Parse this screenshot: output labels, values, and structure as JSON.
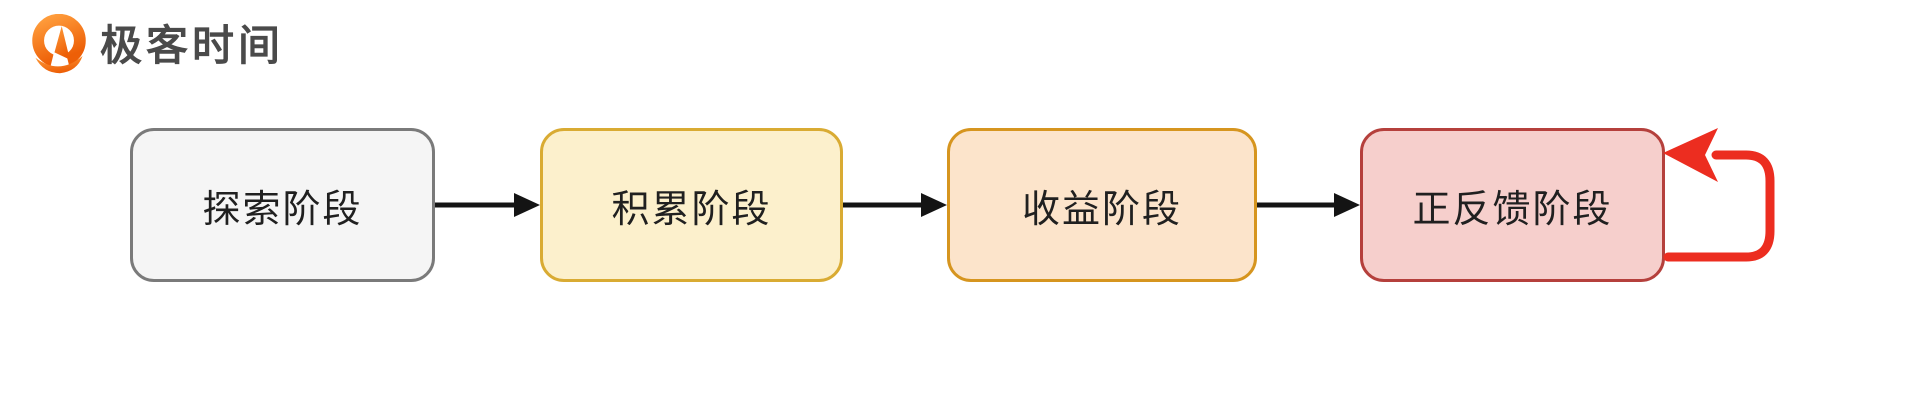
{
  "brand": {
    "name": "极客时间",
    "logo_gradient": [
      "#FF9E3D",
      "#ED5F07"
    ],
    "text_color": "#4A4A4A"
  },
  "diagram": {
    "stages": [
      {
        "label": "探索阶段",
        "fill": "#F5F5F5",
        "border": "#7A7A7A"
      },
      {
        "label": "积累阶段",
        "fill": "#FCF0CC",
        "border": "#D9AB33"
      },
      {
        "label": "收益阶段",
        "fill": "#FCE4CB",
        "border": "#D6951F"
      },
      {
        "label": "正反馈阶段",
        "fill": "#F6CFCC",
        "border": "#B5403C"
      }
    ],
    "connector_color": "#141414",
    "feedback_loop_color": "#EC2D20"
  }
}
